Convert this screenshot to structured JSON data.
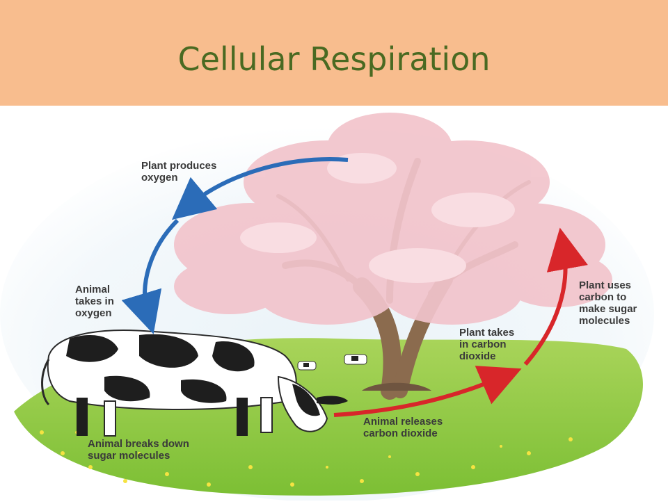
{
  "slide": {
    "title": "Cellular Respiration"
  },
  "diagram": {
    "labels": {
      "plant_produces_oxygen": "Plant produces\noxygen",
      "animal_takes_in_oxygen": "Animal\ntakes in\noxygen",
      "plant_uses_carbon": "Plant uses\ncarbon to\nmake sugar\nmolecules",
      "plant_takes_in_co2": "Plant takes\nin carbon\ndioxide",
      "animal_releases_co2": "Animal releases\ncarbon dioxide",
      "animal_breaks_down_sugar": "Animal breaks down\nsugar molecules"
    },
    "colors": {
      "banner": "#f8bd8e",
      "title": "#4a6a22",
      "oxygen_arrow": "#2b6cb8",
      "co2_arrow": "#d8262a",
      "blossom": "#f2c4cc",
      "grass": "#8cc63e",
      "trunk": "#8b6b4e"
    }
  }
}
